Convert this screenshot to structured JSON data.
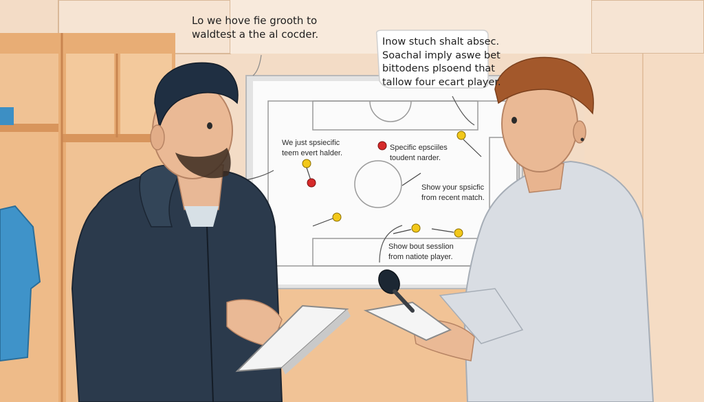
{
  "captions": {
    "top_line1": "Lo we hove fie grooth to",
    "top_line2": "waldtest a the al cocder.",
    "bubble_line1": "Inow stuch shalt absec.",
    "bubble_line2": "Soachal imply aswe bet",
    "bubble_line3": "bittodens plsoend that",
    "bubble_line4": "tallow four ecart player."
  },
  "whiteboard_notes": {
    "note1_line1": "We just spsiecific",
    "note1_line2": "teem evert halder.",
    "note2_line1": "Specific epsciiles",
    "note2_line2": "toudent narder.",
    "note3_line1": "Show your spsicfic",
    "note3_line2": "from recent match.",
    "note4_line1": "Show bout sesslion",
    "note4_line2": "from natiote player."
  },
  "colors": {
    "wall": "#f3dcc6",
    "shelf_wood": "#e9b27c",
    "whiteboard": "#fbfbfb",
    "hoodie": "#2b3a4c",
    "sweater": "#d9dde3",
    "red_marker": "#d62a2a",
    "yellow_marker": "#f2c81a"
  }
}
